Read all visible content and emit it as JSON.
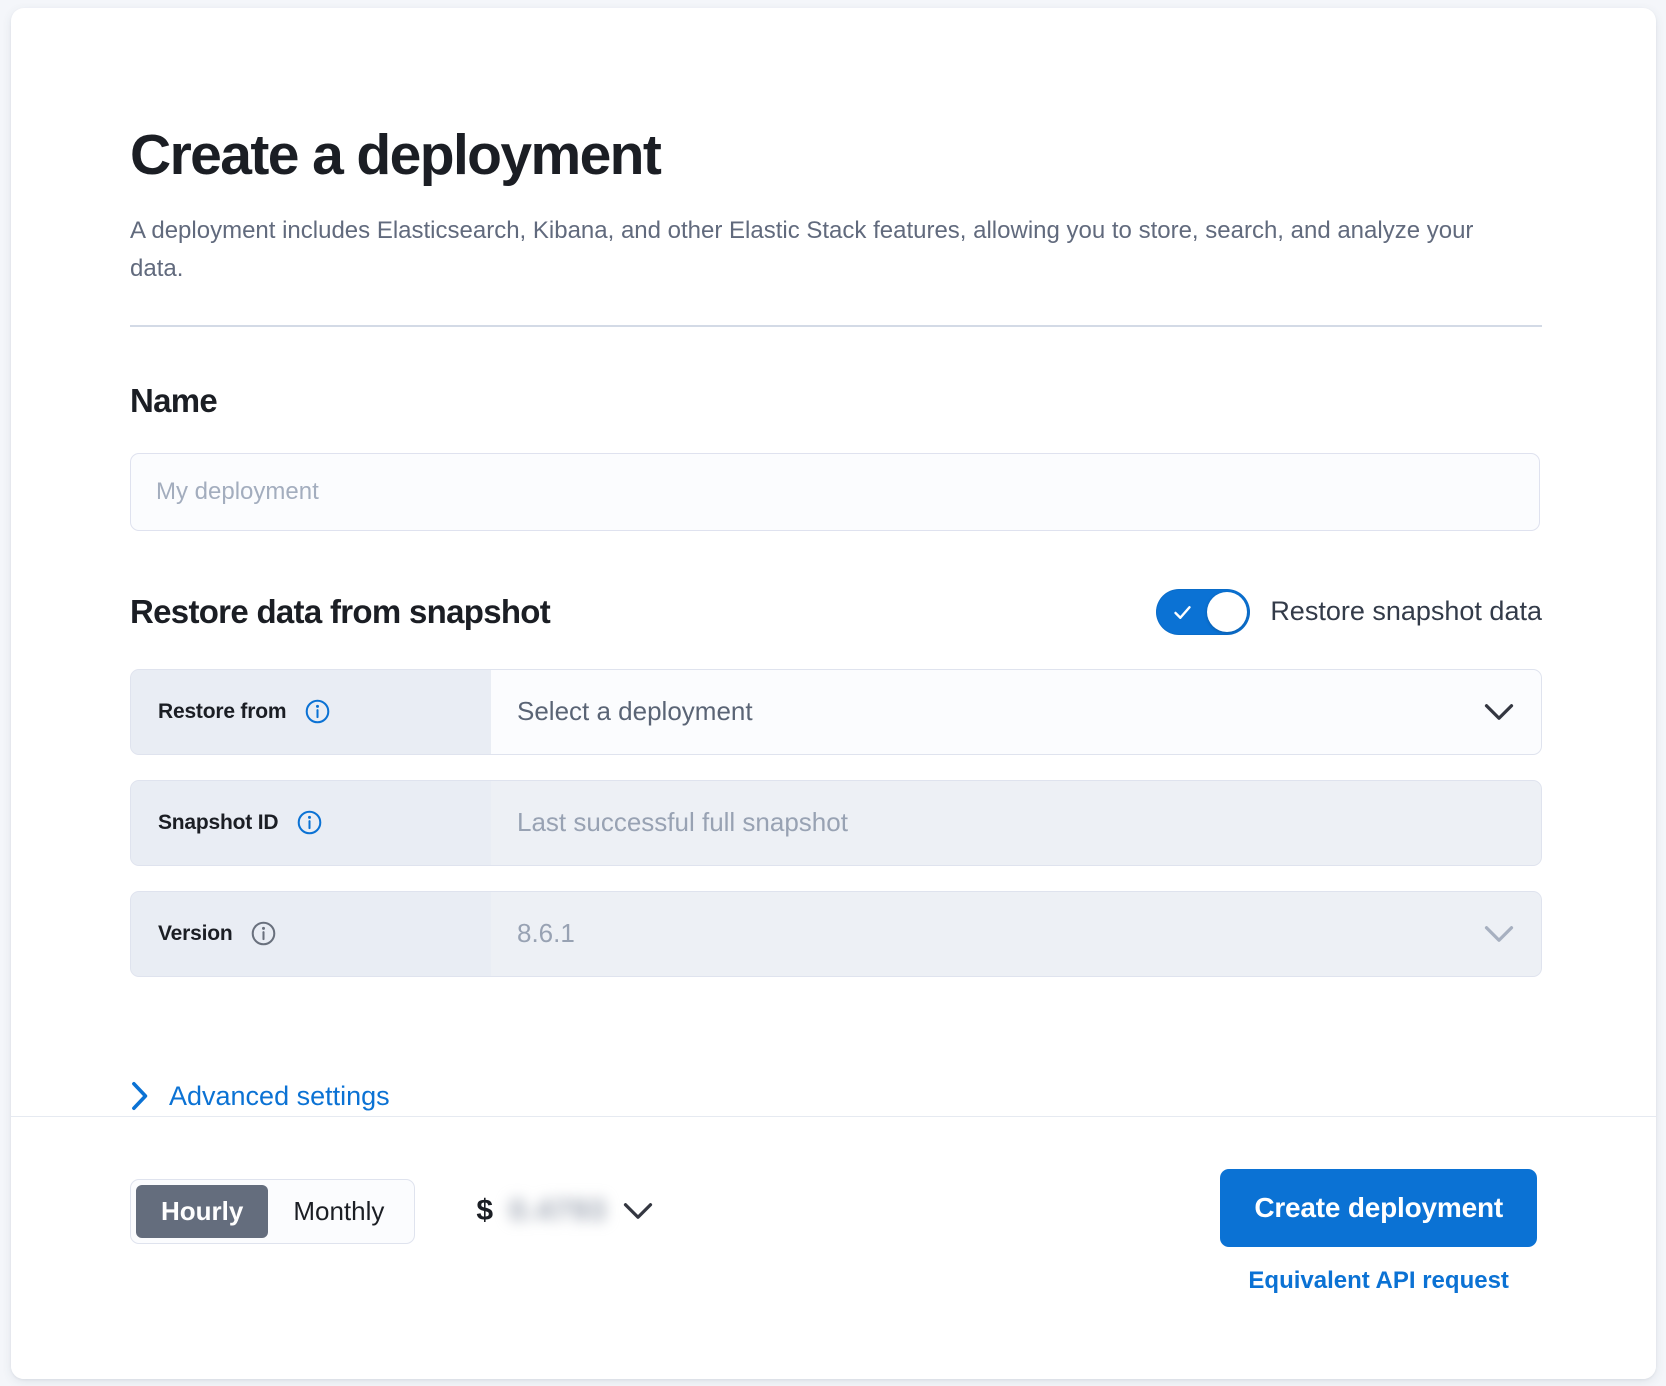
{
  "header": {
    "title": "Create a deployment",
    "description": "A deployment includes Elasticsearch, Kibana, and other Elastic Stack features, allowing you to store, search, and analyze your data."
  },
  "name_section": {
    "heading": "Name",
    "input_placeholder": "My deployment",
    "input_value": ""
  },
  "restore_section": {
    "heading": "Restore data from snapshot",
    "toggle": {
      "label": "Restore snapshot data",
      "state": "on",
      "icon": "check-icon",
      "accent_color": "#0b72d4"
    },
    "rows": [
      {
        "label": "Restore from",
        "info_icon": "info-circle-icon",
        "info_icon_color": "#0b72d4",
        "value": "Select a deployment",
        "is_placeholder": true,
        "disabled": false,
        "control": "dropdown",
        "chevron_icon": "chevron-down-icon"
      },
      {
        "label": "Snapshot ID",
        "info_icon": "info-circle-icon",
        "info_icon_color": "#0b72d4",
        "value": "Last successful full snapshot",
        "is_placeholder": true,
        "disabled": true,
        "control": "text",
        "chevron_icon": ""
      },
      {
        "label": "Version",
        "info_icon": "info-circle-icon",
        "info_icon_color": "#69707d",
        "value": "8.6.1",
        "is_placeholder": true,
        "disabled": true,
        "control": "dropdown",
        "chevron_icon": "chevron-down-icon"
      }
    ],
    "advanced_settings": {
      "label": "Advanced settings",
      "icon": "chevron-right-icon",
      "expanded": false,
      "color": "#0b72d4"
    }
  },
  "footer": {
    "billing_period": {
      "options": [
        "Hourly",
        "Monthly"
      ],
      "selected": "Hourly"
    },
    "price": {
      "currency_symbol": "$",
      "amount": "0.4793",
      "obscured": true,
      "chevron_icon": "chevron-down-icon"
    },
    "create_button": "Create deployment",
    "api_link": "Equivalent API request"
  }
}
